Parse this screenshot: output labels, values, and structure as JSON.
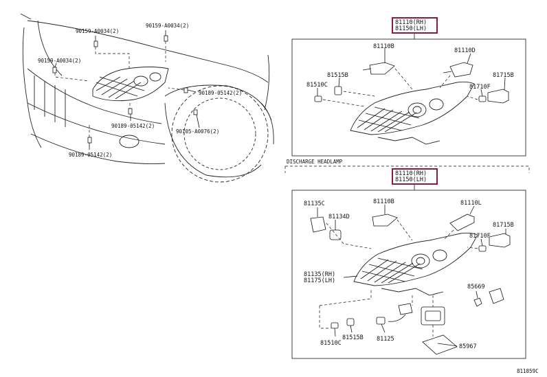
{
  "labels": {
    "top_left": [
      "90159-A0034(2)",
      "90159-A0034(2)",
      "90159-A0034(2)",
      "90189-05142(2)",
      "90189-05142(2)",
      "90105-A0076(2)",
      "90189-05142(2)"
    ],
    "upper_box": {
      "header_rh": "81110(RH)",
      "header_lh": "81150(LH)",
      "parts": [
        "81110B",
        "81110D",
        "81515B",
        "81510C",
        "81710F",
        "81715B"
      ]
    },
    "section_title": "DISCHARGE HEADLAMP",
    "lower_box": {
      "header_rh": "81110(RH)",
      "header_lh": "81150(LH)",
      "parts": [
        "81135C",
        "81110B",
        "81110L",
        "81134D",
        "81715B",
        "81710F",
        "81135(RH)",
        "81175(LH)",
        "85669",
        "81510C",
        "81515B",
        "81125",
        "85967"
      ]
    },
    "figure_id": "811859C"
  }
}
